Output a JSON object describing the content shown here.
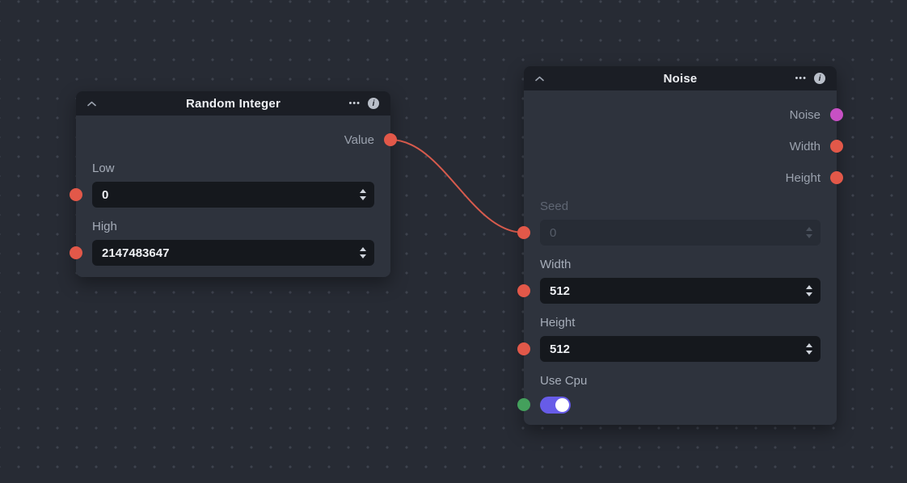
{
  "canvas": {
    "background": "#272b34",
    "dot_color": "#3e434e"
  },
  "icons": {
    "menu": "•••",
    "info": "i"
  },
  "colors": {
    "port_red": "#e25849",
    "port_magenta": "#c750c4",
    "port_green": "#44a05c",
    "wire": "#d85b4d",
    "toggle_on": "#675ce8"
  },
  "connection": {
    "from": "Random Integer / Value",
    "to": "Noise / Seed"
  },
  "nodes": {
    "random_integer": {
      "title": "Random Integer",
      "outputs": [
        {
          "label": "Value"
        }
      ],
      "fields": {
        "low": {
          "label": "Low",
          "value": "0"
        },
        "high": {
          "label": "High",
          "value": "2147483647"
        }
      }
    },
    "noise": {
      "title": "Noise",
      "outputs": [
        {
          "label": "Noise"
        },
        {
          "label": "Width"
        },
        {
          "label": "Height"
        }
      ],
      "fields": {
        "seed": {
          "label": "Seed",
          "value": "0",
          "disabled": true
        },
        "width": {
          "label": "Width",
          "value": "512"
        },
        "height": {
          "label": "Height",
          "value": "512"
        },
        "use_cpu": {
          "label": "Use Cpu",
          "enabled": true
        }
      }
    }
  }
}
